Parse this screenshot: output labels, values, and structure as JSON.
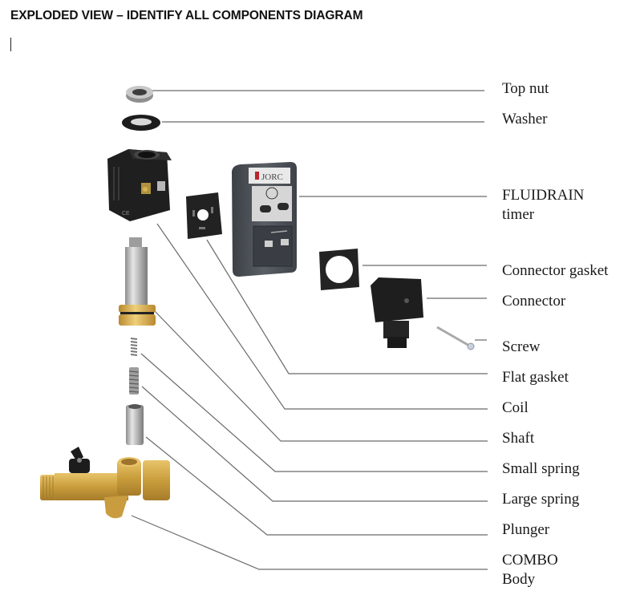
{
  "document": {
    "title": "EXPLODED VIEW – IDENTIFY ALL COMPONENTS DIAGRAM"
  },
  "diagram": {
    "labels": [
      {
        "id": "top-nut",
        "line1": "Top nut",
        "line2": ""
      },
      {
        "id": "washer",
        "line1": "Washer",
        "line2": ""
      },
      {
        "id": "fluidrain-timer",
        "line1": "FLUIDRAIN",
        "line2": "timer"
      },
      {
        "id": "connector-gasket",
        "line1": "Connector gasket",
        "line2": ""
      },
      {
        "id": "connector",
        "line1": "Connector",
        "line2": ""
      },
      {
        "id": "screw",
        "line1": "Screw",
        "line2": ""
      },
      {
        "id": "flat-gasket",
        "line1": "Flat gasket",
        "line2": ""
      },
      {
        "id": "coil",
        "line1": "Coil",
        "line2": ""
      },
      {
        "id": "shaft",
        "line1": "Shaft",
        "line2": ""
      },
      {
        "id": "small-spring",
        "line1": "Small spring",
        "line2": ""
      },
      {
        "id": "large-spring",
        "line1": "Large spring",
        "line2": ""
      },
      {
        "id": "plunger",
        "line1": "Plunger",
        "line2": ""
      },
      {
        "id": "combo-body",
        "line1": "COMBO",
        "line2": "Body"
      }
    ],
    "timer_brand": "JORC",
    "colors": {
      "leader_line": "#6b6b6b",
      "brass": "#c9a24a",
      "steel": "#b9b9b9",
      "timer_body": "#4b4f55",
      "rubber": "#1e1e1e"
    }
  }
}
